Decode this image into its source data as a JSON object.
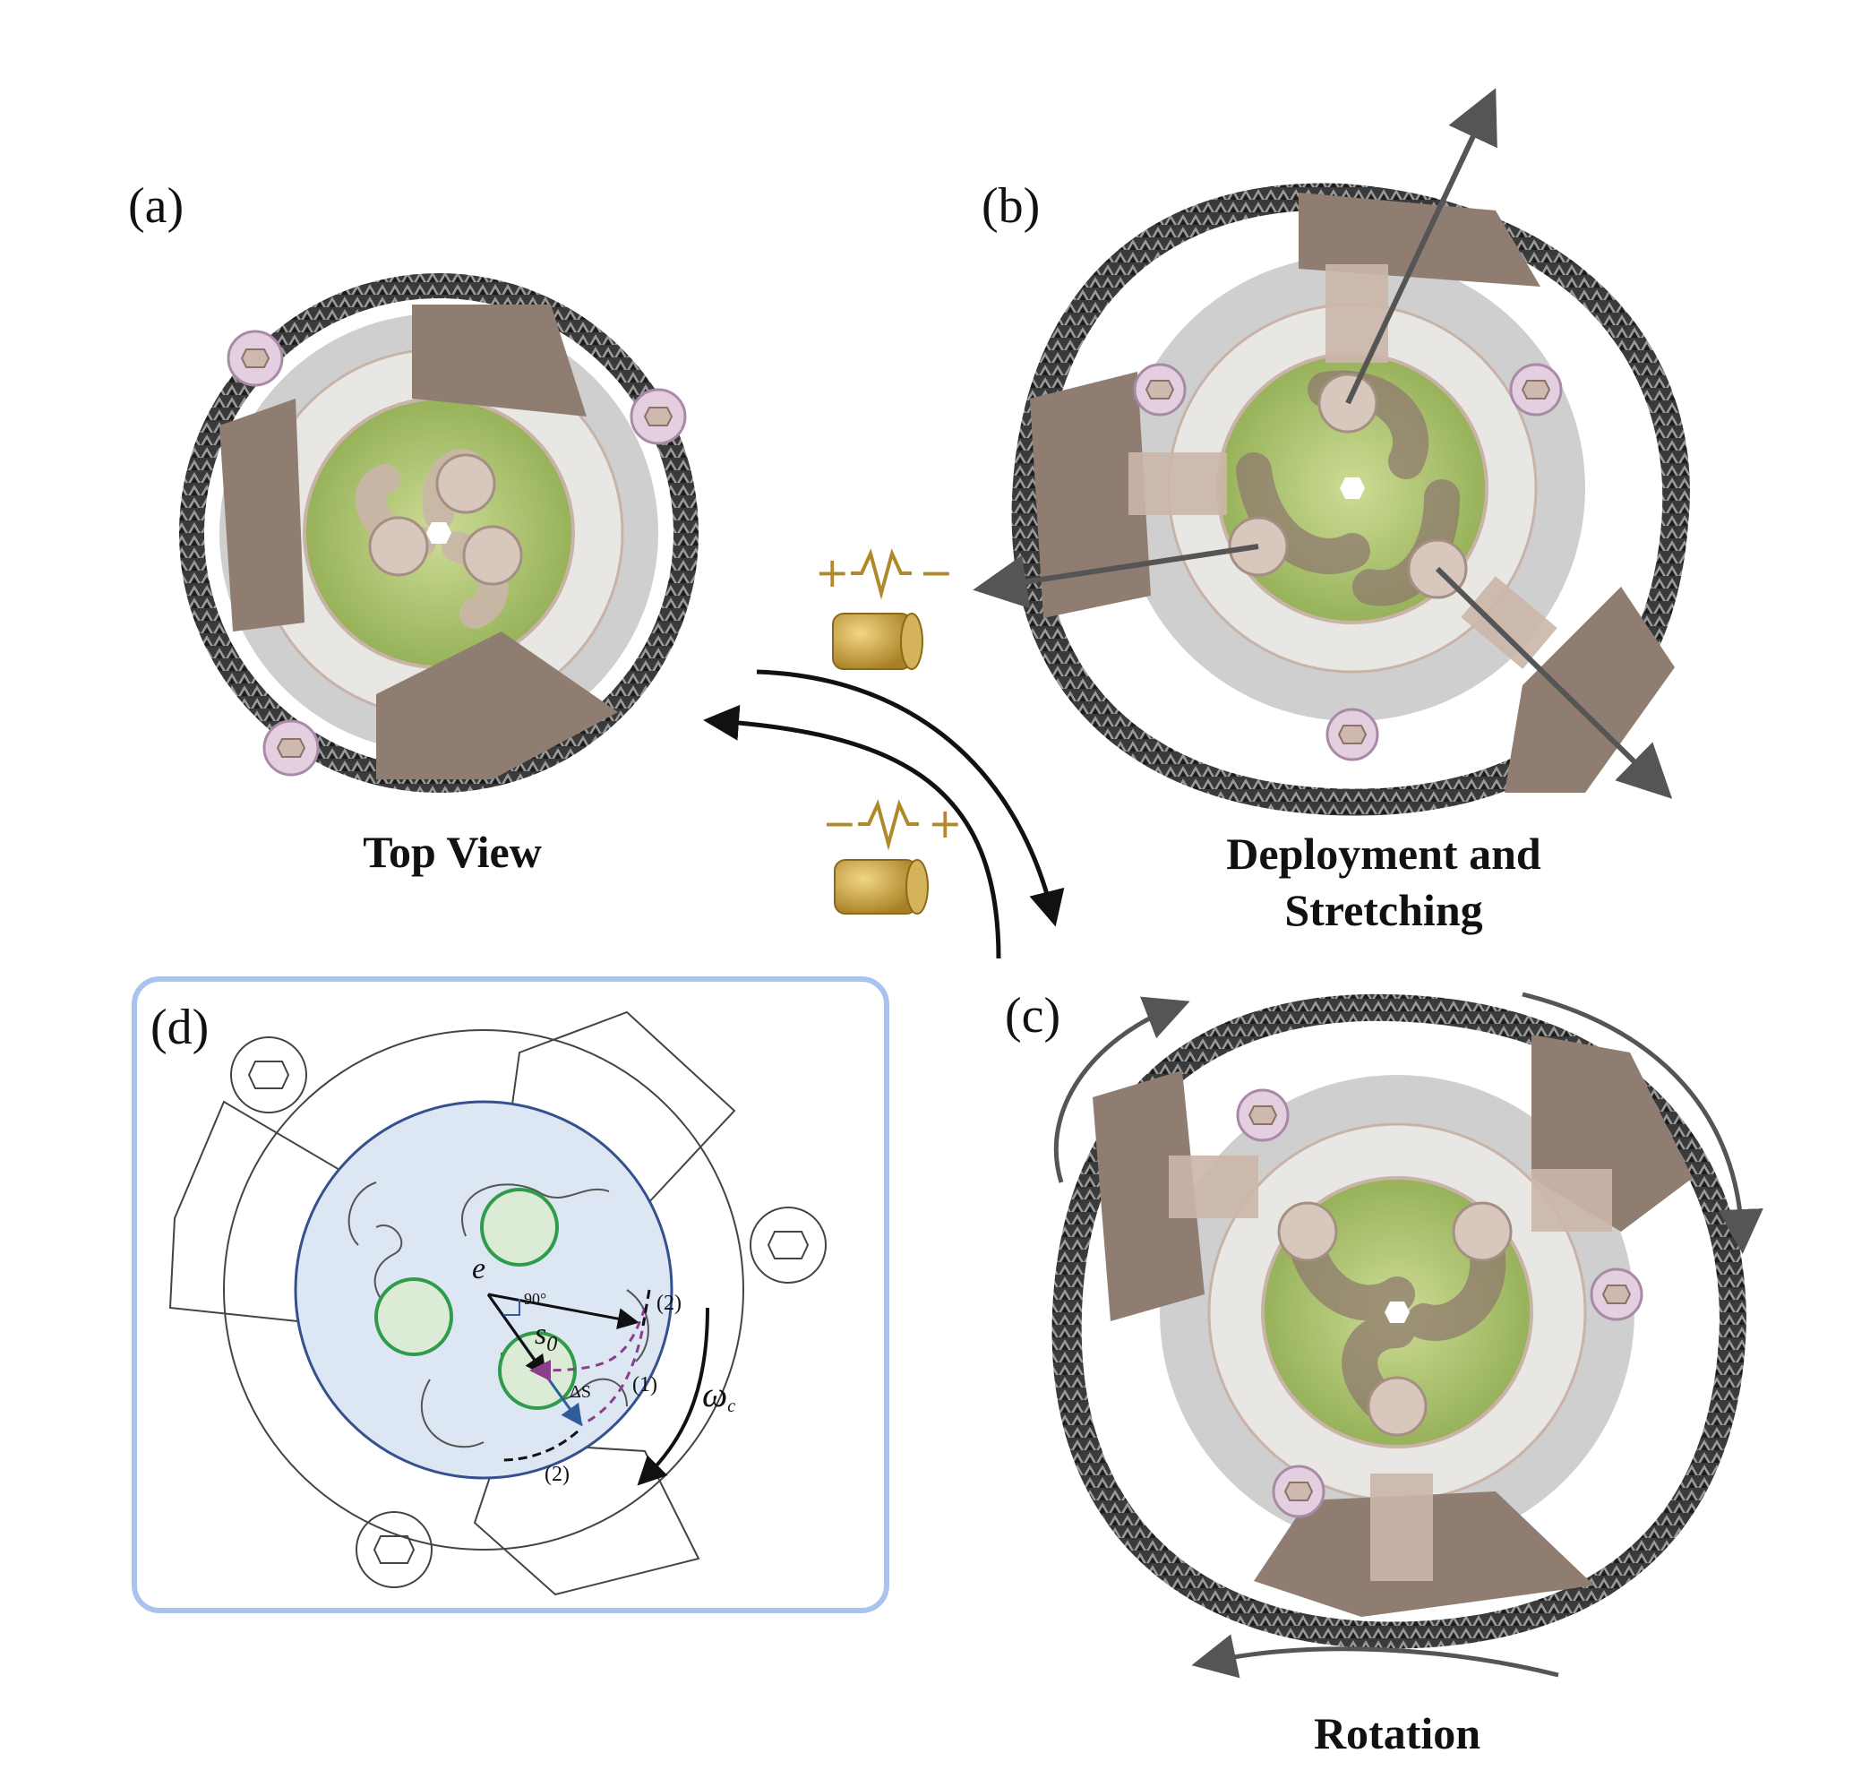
{
  "panels": {
    "a": {
      "letter": "(a)",
      "caption": "Top View"
    },
    "b": {
      "letter": "(b)",
      "caption_line1": "Deployment and",
      "caption_line2": "Stretching"
    },
    "c": {
      "letter": "(c)",
      "caption": "Rotation"
    },
    "d": {
      "letter": "(d)"
    }
  },
  "motor_signs": {
    "top": {
      "left": "+",
      "right": "−"
    },
    "bottom": {
      "left": "−",
      "right": "+"
    }
  },
  "schematic_labels": {
    "e": "e",
    "angle": "90°",
    "s0": "s",
    "s0_sub": "0",
    "delta_s": "ΔS",
    "path1": "(1)",
    "path2_top": "(2)",
    "path2_bottom": "(2)",
    "omega": "ω",
    "omega_sub": "c"
  },
  "colors": {
    "panel_d_border": "#a9c3ef",
    "panel_d_disk": "#dde6f3",
    "disk_outline": "#35508f",
    "pad": "#8f7d72",
    "hub_green": "#aac36a",
    "pin": "#cfb8ad",
    "motor": "#c8a34a",
    "arrow": "#555555",
    "guide_path": "#8a3f8c"
  }
}
